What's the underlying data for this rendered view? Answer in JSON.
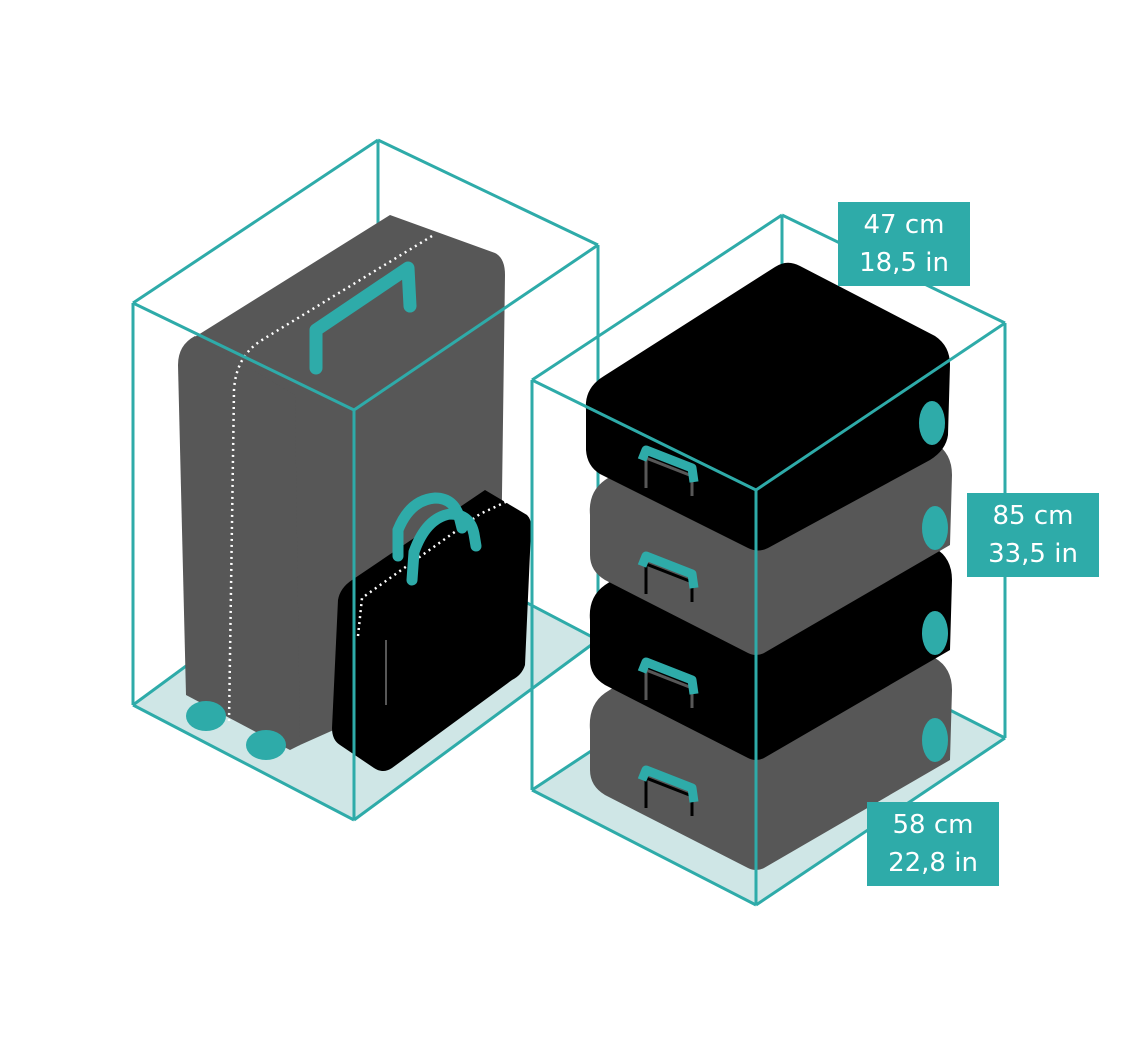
{
  "colors": {
    "teal": "#2eaba9",
    "floor": "#cfe6e6",
    "gray_case": "#575757",
    "black_case": "#000000",
    "dotted_seam": "#ffffff"
  },
  "dimensions": {
    "depth": {
      "cm": "47 cm",
      "in": "18,5 in"
    },
    "height": {
      "cm": "85 cm",
      "in": "33,5 in"
    },
    "width": {
      "cm": "58 cm",
      "in": "22,8 in"
    }
  },
  "icons": [
    "upright-suitcase-icon",
    "briefcase-icon",
    "stacked-cases-icon",
    "bounding-box-icon"
  ]
}
